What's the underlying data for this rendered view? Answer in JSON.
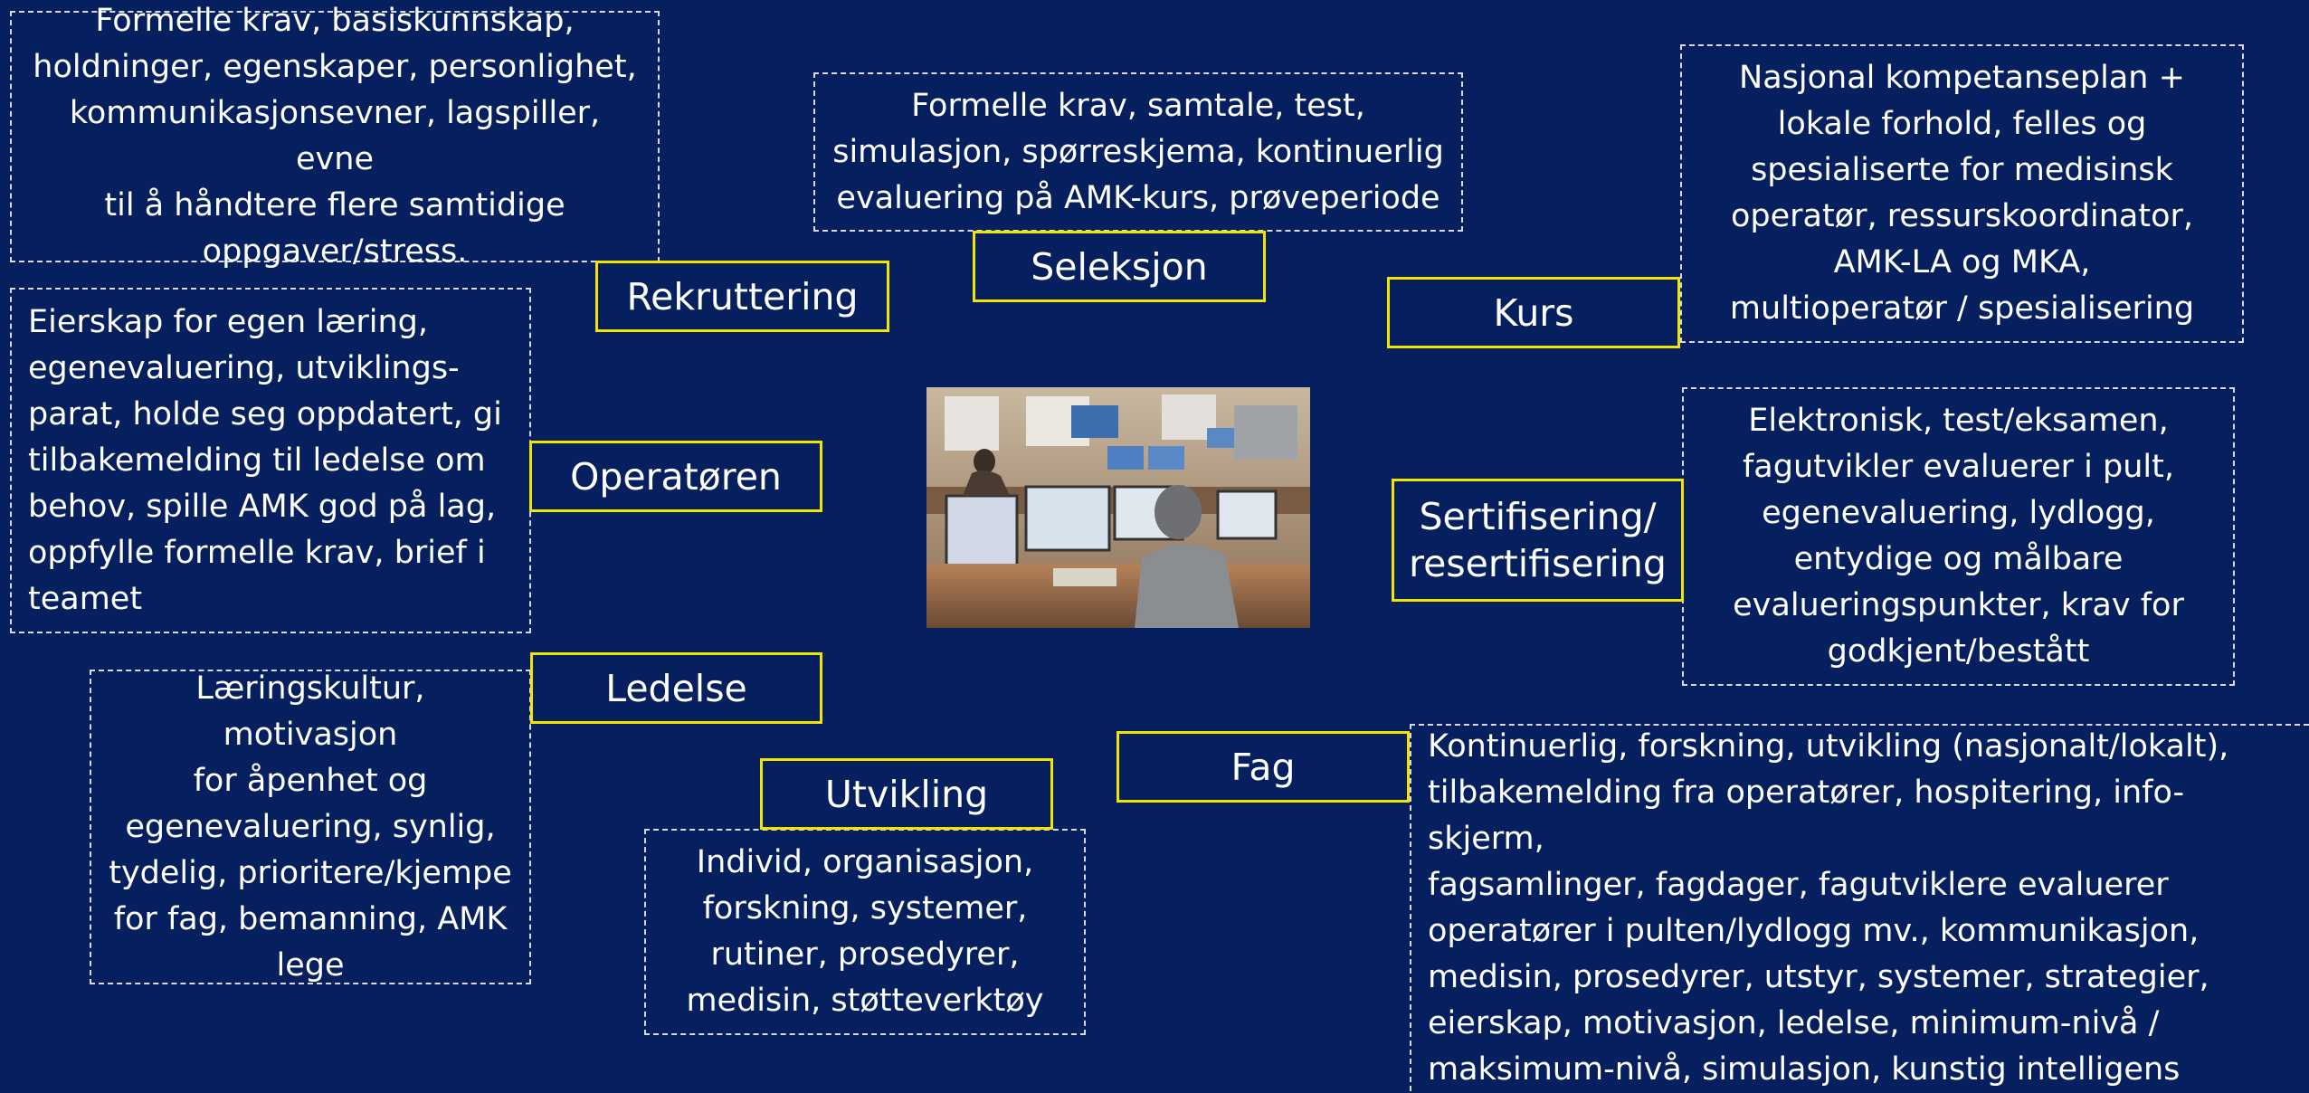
{
  "diagram": {
    "center_image_subject": "dispatch-center-operator-photo",
    "labels": {
      "rekruttering": "Rekruttering",
      "seleksjon": "Seleksjon",
      "kurs": "Kurs",
      "operatoren": "Operatøren",
      "sertifisering": "Sertifisering/\nresertifisering",
      "ledelse": "Ledelse",
      "utvikling": "Utvikling",
      "fag": "Fag"
    },
    "notes": {
      "rekruttering": "Formelle krav, basiskunnskap,\nholdninger, egenskaper, personlighet,\nkommunikasjonsevner, lagspiller, evne\ntil å håndtere flere samtidige\noppgaver/stress.",
      "seleksjon": "Formelle krav, samtale, test,\nsimulasjon, spørreskjema, kontinuerlig\nevaluering på AMK-kurs, prøveperiode",
      "kurs": "Nasjonal kompetanseplan +\nlokale forhold, felles og\nspesialiserte for medisinsk\noperatør, ressurskoordinator,\nAMK-LA og MKA,\nmultioperatør / spesialisering",
      "operatoren": "Eierskap for egen læring,\negenevaluering, utviklings-\nparat, holde seg oppdatert, gi\ntilbakemelding til ledelse om\nbehov, spille AMK god på lag,\noppfylle formelle krav, brief i\nteamet",
      "sertifisering": "Elektronisk, test/eksamen,\nfagutvikler evaluerer i pult,\negenevaluering, lydlogg,\nentydige og målbare\nevalueringspunkter, krav for\ngodkjent/bestått",
      "ledelse": "Læringskultur, motivasjon\nfor åpenhet og\negenevaluering, synlig,\ntydelig, prioritere/kjempe\nfor fag, bemanning, AMK\nlege",
      "utvikling": "Individ, organisasjon,\nforskning, systemer,\nrutiner, prosedyrer,\nmedisin, støtteverktøy",
      "fag": "Kontinuerlig, forskning, utvikling (nasjonalt/lokalt),\ntilbakemelding fra operatører, hospitering, info-skjerm,\nfagsamlinger, fagdager, fagutviklere evaluerer\noperatører i pulten/lydlogg mv., kommunikasjon,\nmedisin, prosedyrer, utstyr, systemer, strategier,\neierskap, motivasjon, ledelse, minimum-nivå /\nmaksimum-nivå, simulasjon, kunstig intelligens"
    },
    "colors": {
      "background": "#06205f",
      "label_border": "#f2e600",
      "note_border": "#d7dbe8",
      "text": "#ffffff"
    }
  }
}
